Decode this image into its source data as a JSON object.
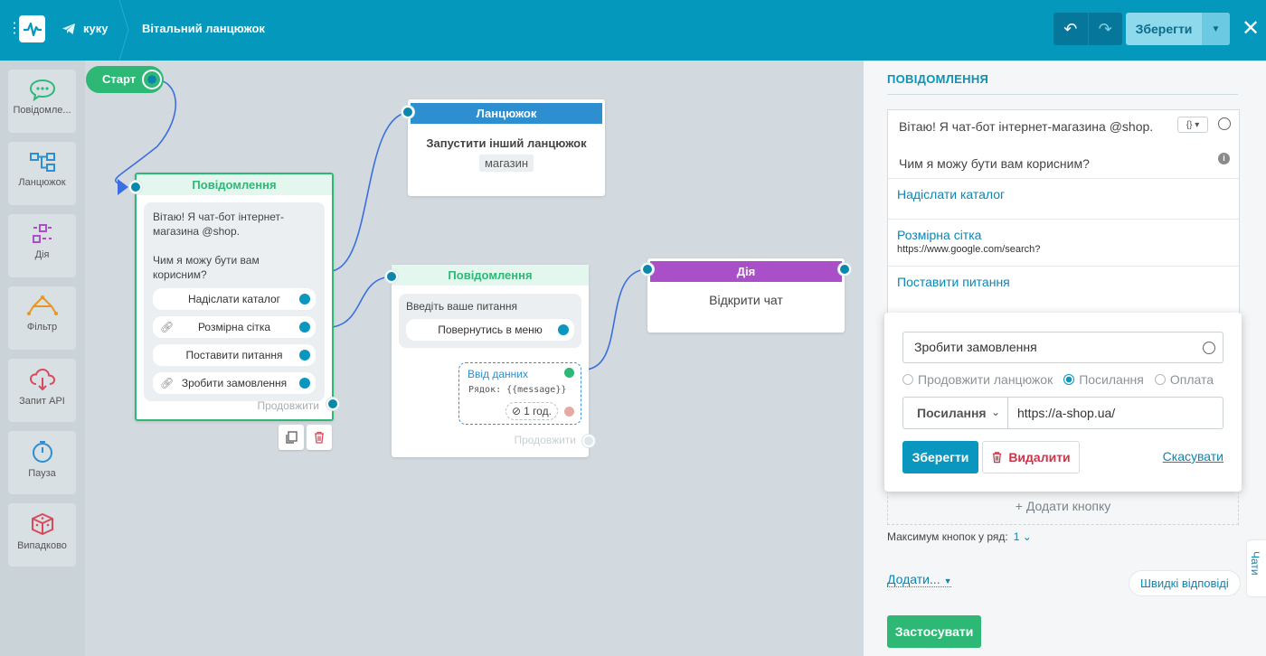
{
  "topbar": {
    "bot_name": "куку",
    "chain_title": "Вітальний ланцюжок",
    "save_label": "Зберегти"
  },
  "sidebar": {
    "items": [
      {
        "label": "Повідомле..."
      },
      {
        "label": "Ланцюжок"
      },
      {
        "label": "Дія"
      },
      {
        "label": "Фільтр"
      },
      {
        "label": "Запит API"
      },
      {
        "label": "Пауза"
      },
      {
        "label": "Випадково"
      }
    ]
  },
  "canvas": {
    "start_label": "Старт",
    "node_message1": {
      "header": "Повідомлення",
      "text_line1": "Вітаю! Я чат-бот інтернет-магазина @shop.",
      "text_line2": "Чим я можу бути вам корисним?",
      "buttons": [
        "Надіслати каталог",
        "Розмірна сітка",
        "Поставити питання",
        "Зробити замовлення"
      ],
      "continue_label": "Продовжити"
    },
    "node_chain": {
      "header": "Ланцюжок",
      "title": "Запустити інший ланцюжок",
      "tag": "магазин"
    },
    "node_message2": {
      "header": "Повідомлення",
      "text": "Введіть ваше питання",
      "button": "Повернутись в меню",
      "input_title": "Ввід данних",
      "input_row": "Рядок: {{message}}",
      "timeout": "1 год.",
      "continue_label": "Продовжити"
    },
    "node_action": {
      "header": "Дія",
      "text": "Відкрити чат"
    }
  },
  "panel": {
    "title": "ПОВІДОМЛЕННЯ",
    "message_line1": "Вітаю! Я чат-бот інтернет-магазина @shop.",
    "message_line2": "Чим я можу бути вам корисним?",
    "var_button": "{}",
    "links": [
      {
        "label": "Надіслати каталог",
        "url": ""
      },
      {
        "label": "Розмірна сітка",
        "url": "https://www.google.com/search?"
      },
      {
        "label": "Поставити питання",
        "url": ""
      }
    ],
    "popup": {
      "button_text": "Зробити замовлення",
      "radio_options": [
        "Продовжити ланцюжок",
        "Посилання",
        "Оплата"
      ],
      "selected_radio": "Посилання",
      "type_select": "Посилання",
      "url_value": "https://a-shop.ua/",
      "save_label": "Зберегти",
      "delete_label": "Видалити",
      "cancel_label": "Скасувати"
    },
    "add_button_label": "+ Додати кнопку",
    "max_buttons_label": "Максимум кнопок у ряд:",
    "max_buttons_value": "1",
    "add_more_label": "Додати...",
    "quick_replies_label": "Швидкі відповіді",
    "chats_tab": "Чати",
    "apply_label": "Застосувати"
  },
  "colors": {
    "topbar": "#0598bd",
    "accent_green": "#2eb876",
    "chain_blue": "#2d8fd0",
    "action_purple": "#a94fc7",
    "link_blue": "#0b86b5"
  }
}
